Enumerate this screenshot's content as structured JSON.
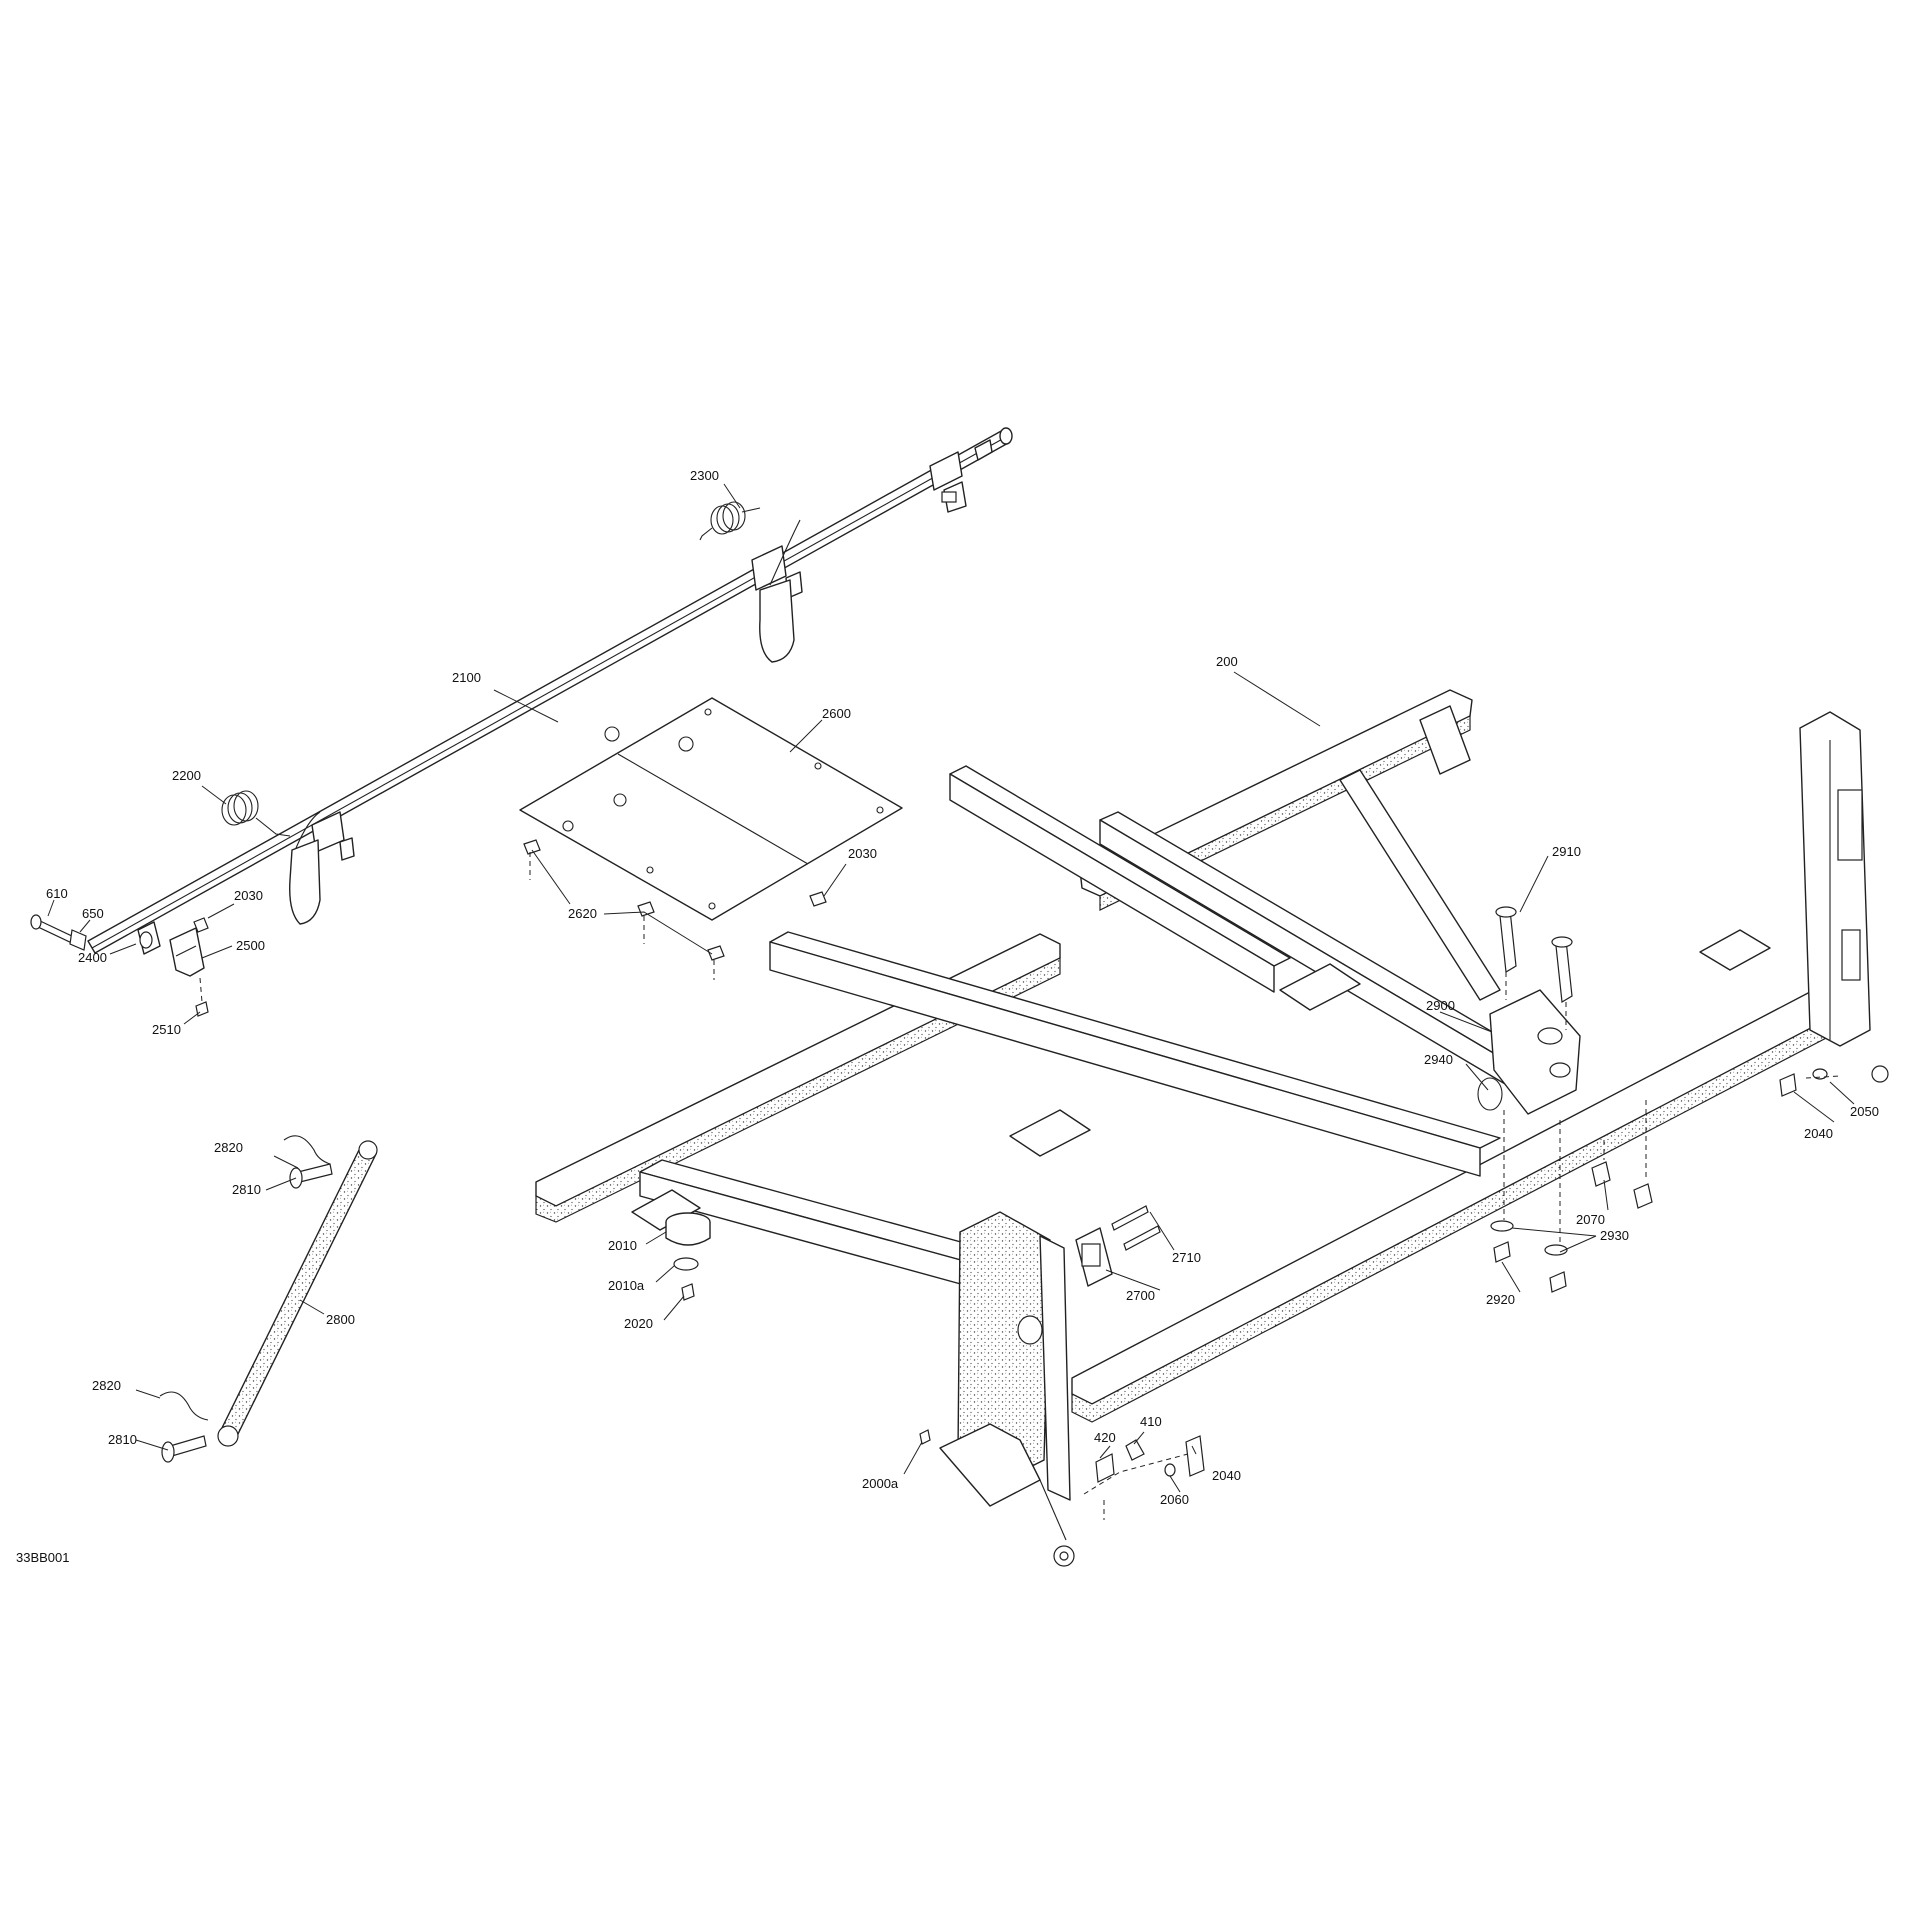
{
  "figure_code": "33BB001",
  "callouts": [
    {
      "id": "c-2300",
      "text": "2300"
    },
    {
      "id": "c-2100",
      "text": "2100"
    },
    {
      "id": "c-2200",
      "text": "2200"
    },
    {
      "id": "c-610",
      "text": "610"
    },
    {
      "id": "c-650",
      "text": "650"
    },
    {
      "id": "c-2030-a",
      "text": "2030"
    },
    {
      "id": "c-2500",
      "text": "2500"
    },
    {
      "id": "c-2400",
      "text": "2400"
    },
    {
      "id": "c-2510",
      "text": "2510"
    },
    {
      "id": "c-2600",
      "text": "2600"
    },
    {
      "id": "c-2620",
      "text": "2620"
    },
    {
      "id": "c-2030-b",
      "text": "2030"
    },
    {
      "id": "c-200",
      "text": "200"
    },
    {
      "id": "c-2910",
      "text": "2910"
    },
    {
      "id": "c-2900",
      "text": "2900"
    },
    {
      "id": "c-2940",
      "text": "2940"
    },
    {
      "id": "c-2050",
      "text": "2050"
    },
    {
      "id": "c-2040-a",
      "text": "2040"
    },
    {
      "id": "c-2070",
      "text": "2070"
    },
    {
      "id": "c-2930",
      "text": "2930"
    },
    {
      "id": "c-2920",
      "text": "2920"
    },
    {
      "id": "c-2710",
      "text": "2710"
    },
    {
      "id": "c-2700",
      "text": "2700"
    },
    {
      "id": "c-2820-a",
      "text": "2820"
    },
    {
      "id": "c-2810-a",
      "text": "2810"
    },
    {
      "id": "c-2800",
      "text": "2800"
    },
    {
      "id": "c-2820-b",
      "text": "2820"
    },
    {
      "id": "c-2810-b",
      "text": "2810"
    },
    {
      "id": "c-2010",
      "text": "2010"
    },
    {
      "id": "c-2010a",
      "text": "2010a"
    },
    {
      "id": "c-2020",
      "text": "2020"
    },
    {
      "id": "c-420",
      "text": "420"
    },
    {
      "id": "c-410",
      "text": "410"
    },
    {
      "id": "c-2040-b",
      "text": "2040"
    },
    {
      "id": "c-2060",
      "text": "2060"
    },
    {
      "id": "c-2000a",
      "text": "2000a"
    }
  ],
  "colors": {
    "line": "#222222",
    "text": "#111111",
    "background": "#ffffff"
  }
}
